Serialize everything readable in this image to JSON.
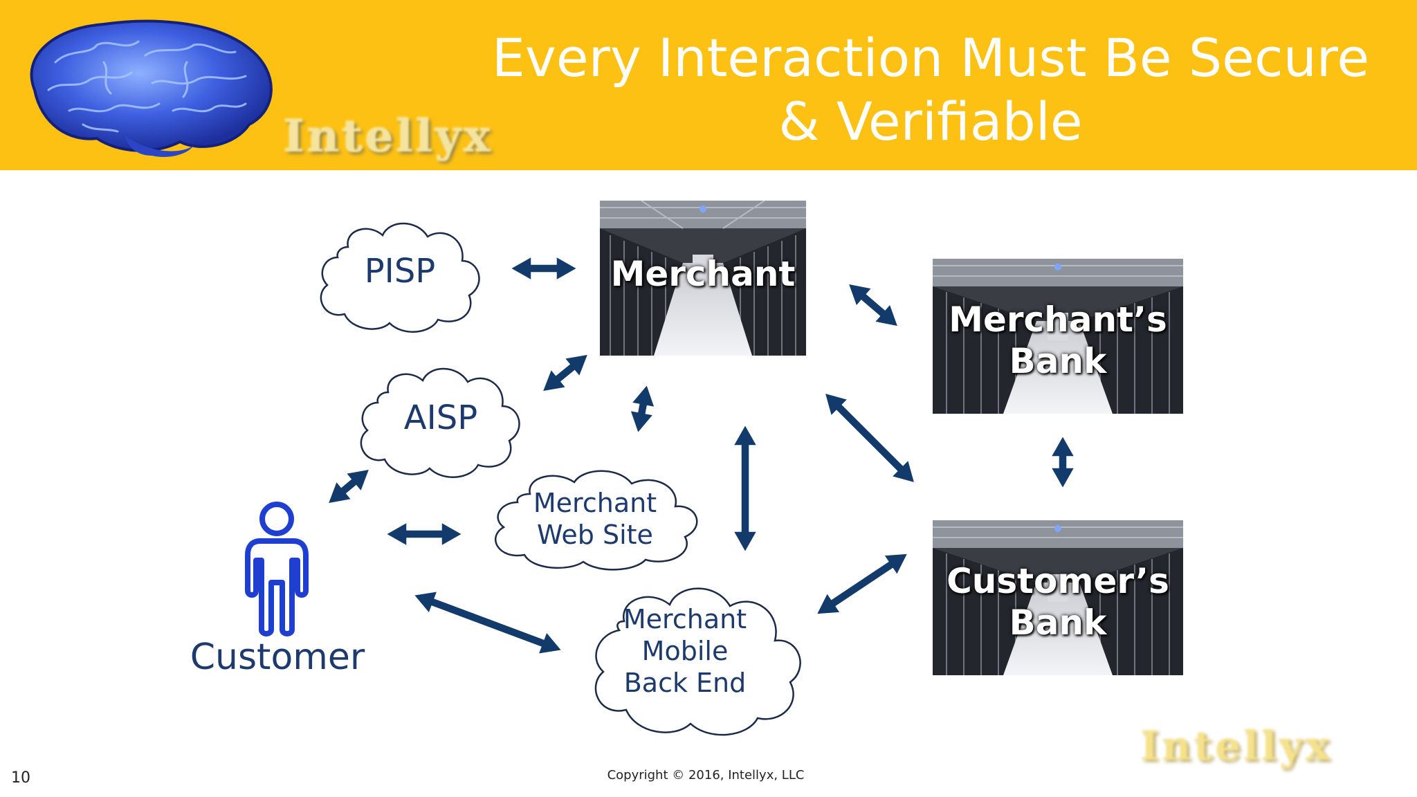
{
  "slide": {
    "title": "Every Interaction Must Be Secure\n& Verifiable",
    "logo_text": "Intellyx",
    "page_number": "10",
    "copyright": "Copyright © 2016, Intellyx, LLC"
  },
  "colors": {
    "header_bg": "#fcc113",
    "arrow": "#123a6b",
    "cloud_text": "#1c3a6e",
    "customer_icon": "#1f3fd0"
  },
  "nodes": {
    "merchant": "Merchant",
    "merchants_bank": "Merchant’s\nBank",
    "customers_bank": "Customer’s\nBank",
    "pisp": "PISP",
    "aisp": "AISP",
    "web_site": "Merchant\nWeb Site",
    "mobile_back_end": "Merchant\nMobile\nBack End",
    "customer": "Customer"
  },
  "icons": {
    "brain": "brain-logo-icon",
    "customer": "person-outline-icon",
    "server": "server-room-image"
  }
}
